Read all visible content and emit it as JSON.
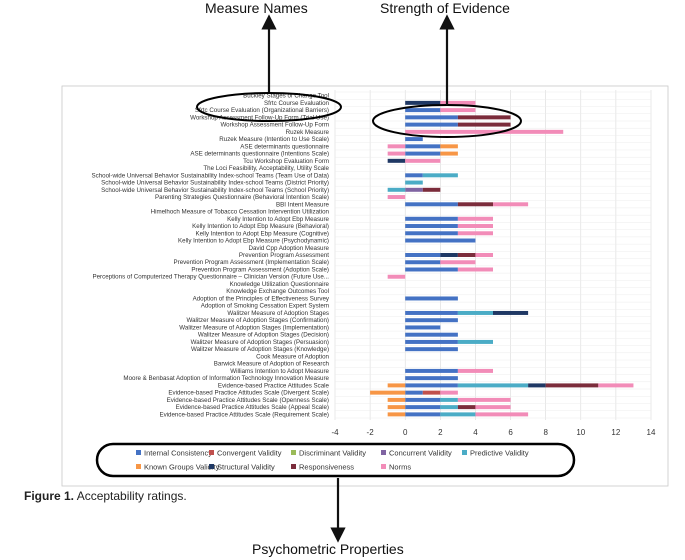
{
  "annotations": {
    "measure_names": "Measure Names",
    "strength_of_evidence": "Strength of Evidence",
    "psychometric_properties": "Psychometric Properties"
  },
  "caption": {
    "label": "Figure 1.",
    "text": "Acceptability ratings."
  },
  "colors": {
    "Internal Consistency": "#4472c4",
    "Convergent Validity": "#c0504d",
    "Discriminant Validity": "#9bbb59",
    "Concurrent Validity": "#8064a2",
    "Predictive Validity": "#4bacc6",
    "Known Groups Validity": "#f79646",
    "Structural Validity": "#1f3864",
    "Responsiveness": "#7b2c3b",
    "Norms": "#f28cb8"
  },
  "chart_data": {
    "type": "bar",
    "orientation": "horizontal",
    "stacked": true,
    "xlim": [
      -4,
      14
    ],
    "xticks": [
      -4,
      -2,
      0,
      2,
      4,
      6,
      8,
      10,
      12,
      14
    ],
    "grid": true,
    "legend_position": "bottom",
    "categories": [
      "Buckley Stages of Change Tool",
      "Sfrtc Course Evaluation",
      "Sfrtc Course Evaluation (Organizational Barriers)",
      "Workshop Assessment Follow-Up Form (Trial Use)",
      "Workshop Assessment Follow-Up Form",
      "Ruzek Measure",
      "Ruzek Measure (Intention to Use Scale)",
      "ASE determinants questionnaire",
      "ASE determinants questionnaire (Intentions Scale)",
      "Tcu Workshop Evaluation Form",
      "The Loci Feasibility, Acceptability, Utility Scale",
      "School-wide Universal Behavior Sustainability Index-school Teams (Team Use of Data)",
      "School-wide Universal Behavior Sustainability Index-school Teams (District Priority)",
      "School-wide Universal Behavior Sustainability Index-school Teams (School Priority)",
      "Parenting Strategies Questionnaire (Behavioral Intention Scale)",
      "BBI Intent Measure",
      "Himelhoch Measure of Tobacco Cessation Intervention Utilization",
      "Kelly Intention to Adopt Ebp Measure",
      "Kelly Intention to Adopt Ebp Measure (Behavioral)",
      "Kelly Intention to Adopt Ebp Measure (Cognitive)",
      "Kelly Intention to Adopt Ebp Measure (Psychodynamic)",
      "David Cpp Adoption Measure",
      "Prevention Program Assessment",
      "Prevention Program Assessment (Implementation Scale)",
      "Prevention Program Assessment (Adoption Scale)",
      "Perceptions of Computerized Therapy Questionnaire – Clinician Version (Future Use...",
      "Knowledge Utilization Questionnaire",
      "Knowledge Exchange Outcomes Tool",
      "Adoption of the Principles of Effectiveness Survey",
      "Adoption of Smoking Cessation Expert System",
      "Walitzer Measure of Adoption Stages",
      "Walitzer Measure of Adoption Stages (Confirmation)",
      "Walitzer Measure of Adoption Stages (Implementation)",
      "Walitzer Measure of Adoption Stages (Decision)",
      "Walitzer Measure of Adoption Stages (Persuasion)",
      "Walitzer Measure of Adoption Stages (Knowledge)",
      "Cook Measure of Adoption",
      "Barwick Measure of Adoption of Research",
      "Williams Intention to Adopt Measure",
      "Moore & Benbasat Adoption of Information Technology Innovation Measure",
      "Evidence-based Practice Attitudes Scale",
      "Evidence-based Practice Attitudes Scale (Divergent Scale)",
      "Evidence-based Practice Attitudes Scale (Openness Scale)",
      "Evidence-based Practice Attitudes Scale (Appeal Scale)",
      "Evidence-based Practice Attitudes Scale (Requirement Scale)"
    ],
    "series": [
      {
        "name": "Internal Consistency",
        "values": [
          0,
          0,
          2,
          3,
          3,
          0,
          1,
          2,
          2,
          0,
          0,
          1,
          0,
          0,
          0,
          3,
          0,
          3,
          3,
          3,
          4,
          0,
          2,
          2,
          3,
          0,
          0,
          0,
          3,
          0,
          3,
          3,
          2,
          3,
          3,
          3,
          0,
          0,
          3,
          3,
          3,
          1,
          2,
          2,
          2
        ]
      },
      {
        "name": "Convergent Validity",
        "values": [
          0,
          0,
          0,
          0,
          0,
          0,
          0,
          0,
          0,
          0,
          0,
          0,
          0,
          0,
          0,
          0,
          0,
          0,
          0,
          0,
          0,
          0,
          0,
          0,
          0,
          0,
          0,
          0,
          0,
          0,
          0,
          0,
          0,
          0,
          0,
          0,
          0,
          0,
          0,
          0,
          0,
          1,
          0,
          0,
          0
        ]
      },
      {
        "name": "Discriminant Validity",
        "values": [
          0,
          0,
          0,
          0,
          0,
          0,
          0,
          0,
          0,
          0,
          0,
          0,
          0,
          0,
          0,
          0,
          0,
          0,
          0,
          0,
          0,
          0,
          0,
          0,
          0,
          0,
          0,
          0,
          0,
          0,
          0,
          0,
          0,
          0,
          0,
          0,
          0,
          0,
          0,
          0,
          0,
          0,
          0,
          0,
          0
        ]
      },
      {
        "name": "Concurrent Validity",
        "values": [
          0,
          0,
          0,
          0,
          0,
          0,
          0,
          0,
          0,
          0,
          0,
          0,
          0,
          1,
          0,
          0,
          0,
          0,
          0,
          0,
          0,
          0,
          0,
          0,
          0,
          0,
          0,
          0,
          0,
          0,
          0,
          0,
          0,
          0,
          0,
          0,
          0,
          0,
          0,
          0,
          0,
          0,
          0,
          0,
          0
        ]
      },
      {
        "name": "Predictive Validity",
        "values": [
          0,
          0,
          0,
          0,
          0,
          0,
          0,
          0,
          0,
          0,
          0,
          2,
          1,
          -1,
          0,
          0,
          0,
          0,
          0,
          0,
          0,
          0,
          0,
          0,
          0,
          0,
          0,
          0,
          0,
          0,
          2,
          0,
          0,
          0,
          2,
          0,
          0,
          0,
          0,
          0,
          4,
          0,
          1,
          1,
          2
        ]
      },
      {
        "name": "Known Groups Validity",
        "values": [
          0,
          0,
          0,
          0,
          0,
          0,
          0,
          1,
          1,
          0,
          0,
          0,
          0,
          0,
          0,
          0,
          0,
          0,
          0,
          0,
          0,
          0,
          0,
          0,
          0,
          0,
          0,
          0,
          0,
          0,
          0,
          0,
          0,
          0,
          0,
          0,
          0,
          0,
          0,
          0,
          -1,
          -2,
          -1,
          -1,
          -1
        ]
      },
      {
        "name": "Structural Validity",
        "values": [
          0,
          2,
          0,
          0,
          0,
          0,
          0,
          0,
          0,
          -1,
          0,
          0,
          0,
          0,
          0,
          0,
          0,
          0,
          0,
          0,
          0,
          0,
          1,
          0,
          0,
          0,
          0,
          0,
          0,
          0,
          2,
          0,
          0,
          0,
          0,
          0,
          0,
          0,
          0,
          0,
          1,
          0,
          0,
          0,
          0
        ]
      },
      {
        "name": "Responsiveness",
        "values": [
          0,
          0,
          0,
          3,
          3,
          0,
          0,
          0,
          0,
          0,
          0,
          0,
          0,
          1,
          0,
          2,
          0,
          0,
          0,
          0,
          0,
          0,
          1,
          0,
          0,
          0,
          0,
          0,
          0,
          0,
          0,
          0,
          0,
          0,
          0,
          0,
          0,
          0,
          0,
          0,
          3,
          0,
          0,
          1,
          0
        ]
      },
      {
        "name": "Norms",
        "values": [
          0,
          2,
          2,
          0,
          0,
          9,
          0,
          -1,
          -1,
          2,
          0,
          0,
          0,
          0,
          -1,
          2,
          0,
          2,
          2,
          2,
          0,
          0,
          1,
          2,
          2,
          -1,
          0,
          0,
          0,
          0,
          0,
          0,
          0,
          0,
          0,
          0,
          0,
          0,
          2,
          0,
          2,
          1,
          3,
          2,
          3
        ]
      }
    ]
  }
}
